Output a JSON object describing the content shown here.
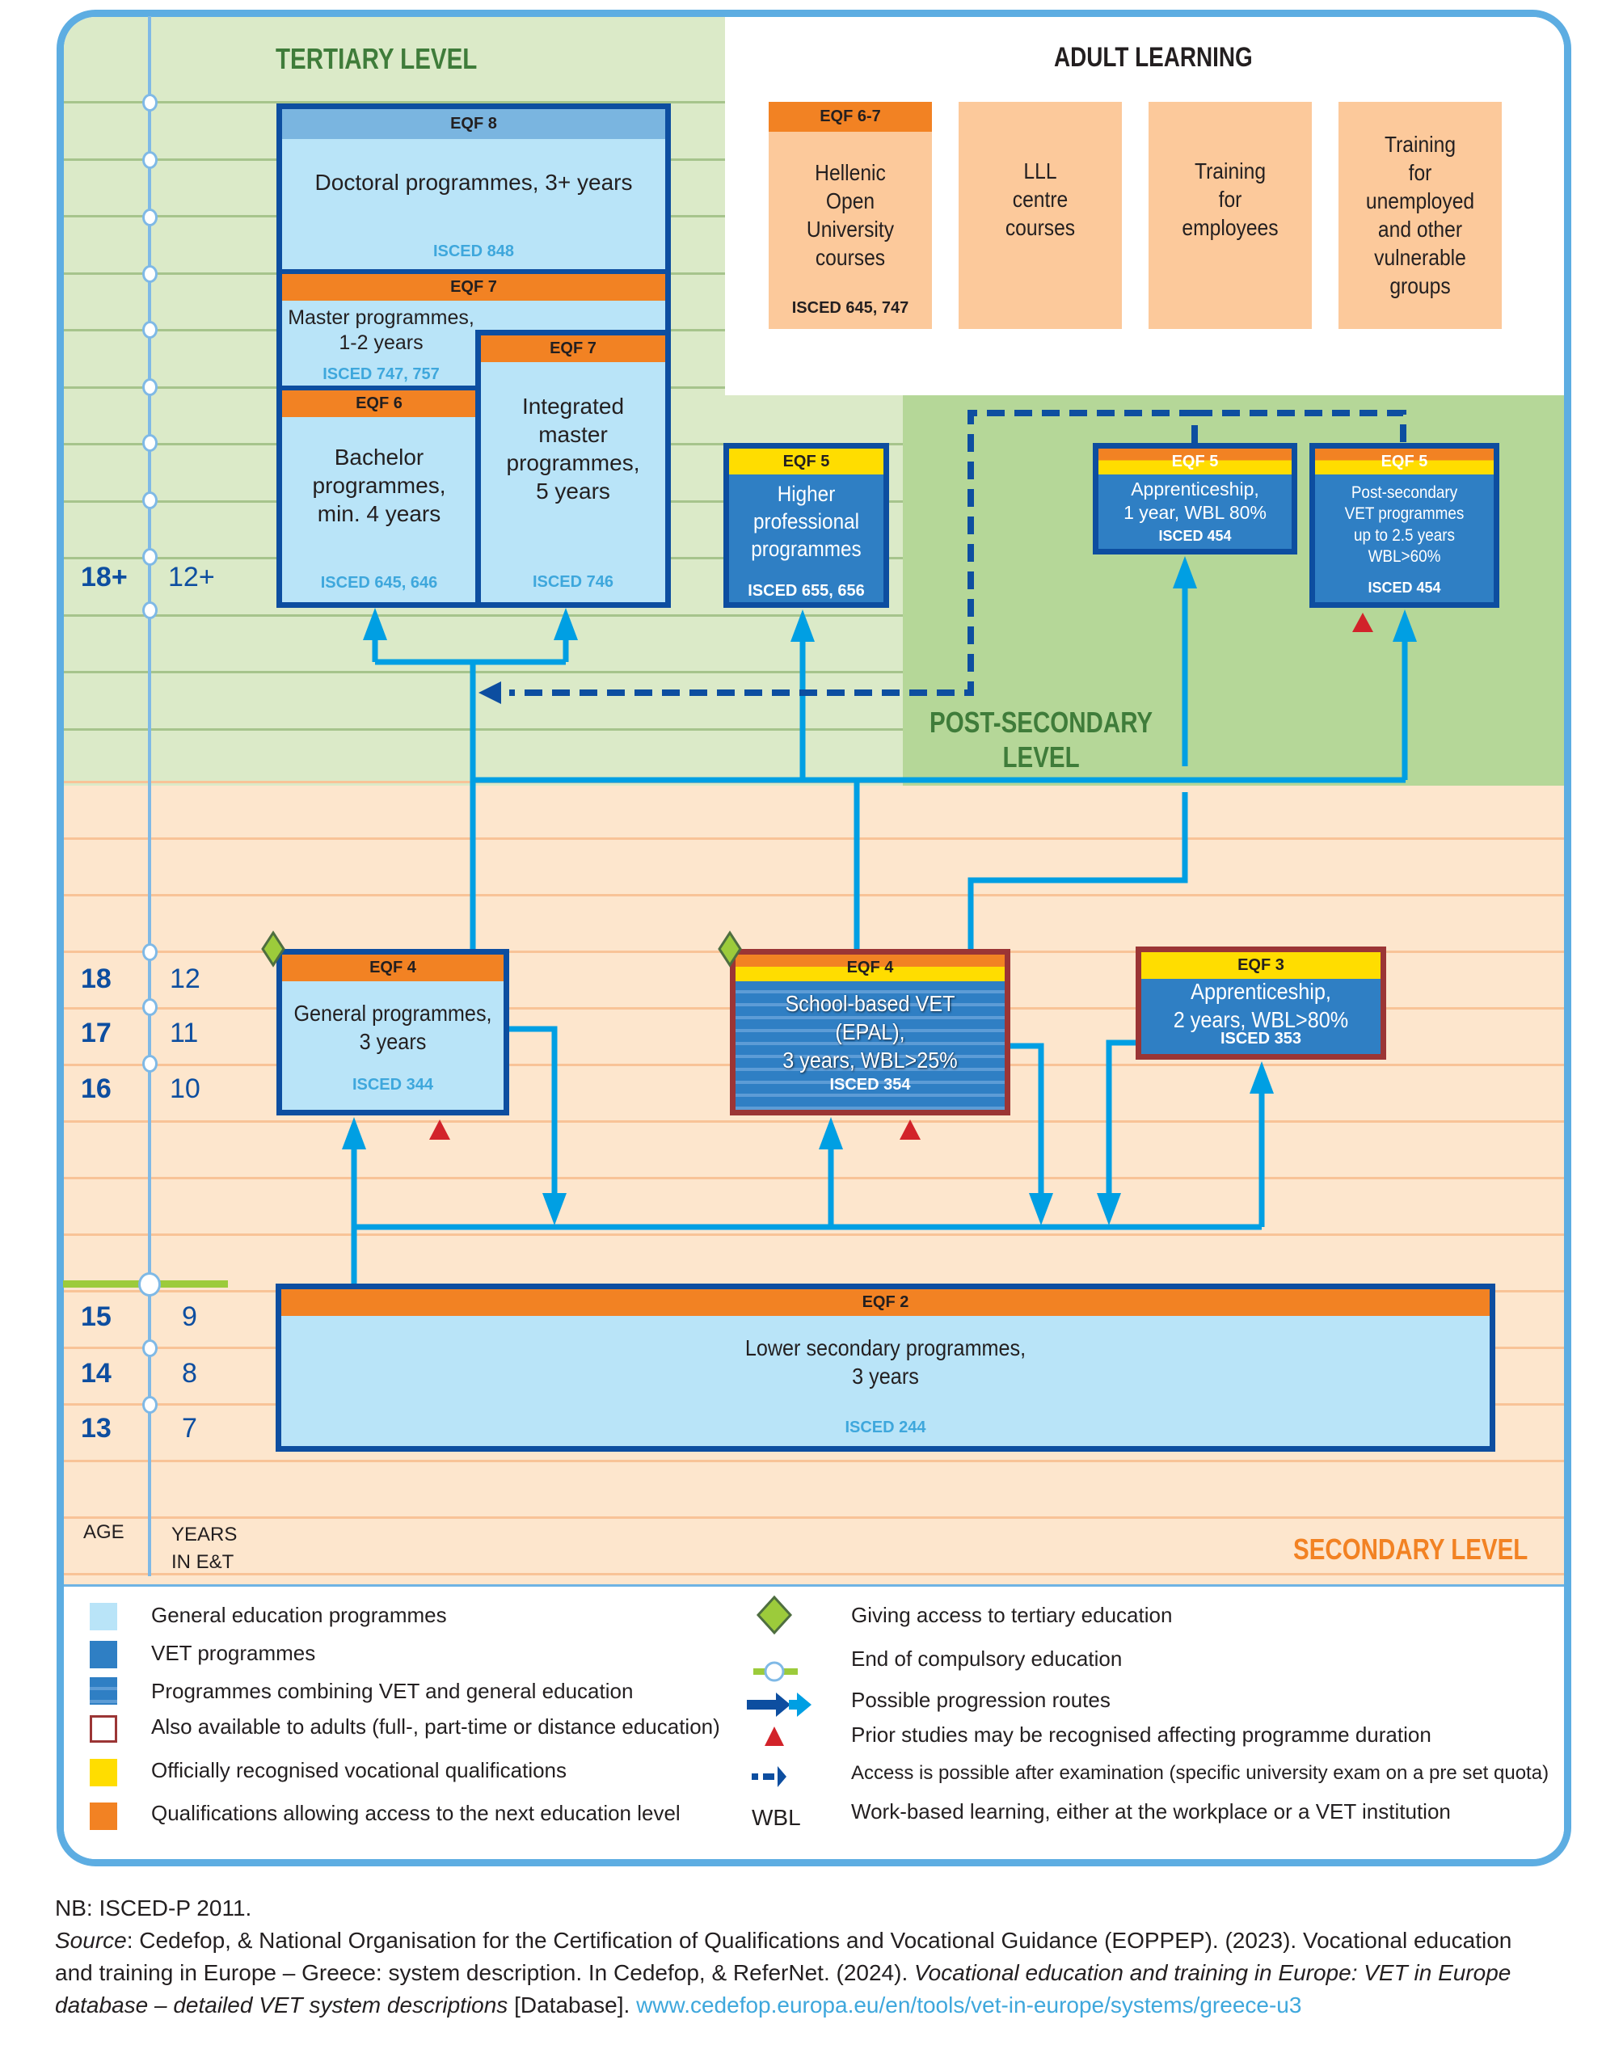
{
  "levels": {
    "tertiary": "TERTIARY LEVEL",
    "adult": "ADULT LEARNING",
    "post_secondary": "POST-SECONDARY\nLEVEL",
    "secondary": "SECONDARY LEVEL"
  },
  "colors": {
    "general": "#b9e4f8",
    "vet": "#2f7fc4",
    "adult_border": "#9b3535",
    "vocational_yellow": "#ffdd00",
    "access_orange": "#f28223",
    "frame_blue": "#5dade2",
    "arrow_light": "#009fe3",
    "arrow_dark": "#0d4ea0",
    "triangle_red": "#d2232a",
    "diamond_green": "#9ccb3b"
  },
  "axis": {
    "age_label": "AGE",
    "years_label": "YEARS\nIN E&T",
    "rows": [
      {
        "age": "18+",
        "years": "12+"
      },
      {
        "age": "18",
        "years": "12"
      },
      {
        "age": "17",
        "years": "11"
      },
      {
        "age": "16",
        "years": "10"
      },
      {
        "age": "15",
        "years": "9"
      },
      {
        "age": "14",
        "years": "8"
      },
      {
        "age": "13",
        "years": "7"
      }
    ]
  },
  "tertiary": {
    "doctoral": {
      "eqf": "EQF 8",
      "title": "Doctoral programmes, 3+ years",
      "isced": "ISCED 848"
    },
    "master": {
      "eqf": "EQF 7",
      "title": "Master programmes,\n1-2 years",
      "isced": "ISCED 747, 757"
    },
    "bachelor": {
      "eqf": "EQF 6",
      "title": "Bachelor\nprogrammes,\nmin. 4 years",
      "isced": "ISCED 645, 646"
    },
    "integrated": {
      "eqf": "EQF 7",
      "title": "Integrated\nmaster\nprogrammes,\n5 years",
      "isced": "ISCED 746"
    },
    "higher_prof": {
      "eqf": "EQF 5",
      "title": "Higher\nprofessional\nprogrammes",
      "isced": "ISCED 655, 656"
    }
  },
  "post_secondary": {
    "apprenticeship": {
      "eqf": "EQF 5",
      "title": "Apprenticeship,\n1 year, WBL 80%",
      "isced": "ISCED 454"
    },
    "vet": {
      "eqf": "EQF 5",
      "title": "Post-secondary\nVET programmes\nup to 2.5 years\nWBL>60%",
      "isced": "ISCED 454"
    }
  },
  "adult_learning": [
    {
      "eqf": "EQF 6-7",
      "title": "Hellenic\nOpen\nUniversity\ncourses",
      "isced": "ISCED 645, 747"
    },
    {
      "title": "LLL\ncentre\ncourses"
    },
    {
      "title": "Training\nfor\nemployees"
    },
    {
      "title": "Training\nfor\nunemployed\nand other\nvulnerable\ngroups"
    }
  ],
  "secondary": {
    "general": {
      "eqf": "EQF 4",
      "title": "General programmes,\n3 years",
      "isced": "ISCED 344"
    },
    "epal": {
      "eqf": "EQF 4",
      "title": "School-based VET (EPAL),\n3 years, WBL>25%",
      "isced": "ISCED 354"
    },
    "apprenticeship": {
      "eqf": "EQF 3",
      "title": "Apprenticeship,\n2 years, WBL>80%",
      "isced": "ISCED 353"
    },
    "lower": {
      "eqf": "EQF 2",
      "title": "Lower secondary programmes,\n3 years",
      "isced": "ISCED 244"
    }
  },
  "legend": {
    "left": [
      {
        "icon": "general-swatch",
        "label": "General education programmes"
      },
      {
        "icon": "vet-swatch",
        "label": "VET programmes"
      },
      {
        "icon": "combined-swatch",
        "label": "Programmes combining VET and general education"
      },
      {
        "icon": "adult-outline-swatch",
        "label": "Also available to adults (full-, part-time or distance education)"
      },
      {
        "icon": "yellow-swatch",
        "label": "Officially recognised vocational qualifications"
      },
      {
        "icon": "orange-swatch",
        "label": "Qualifications allowing access to the next education level"
      }
    ],
    "right": [
      {
        "icon": "diamond-icon",
        "label": "Giving access to tertiary education"
      },
      {
        "icon": "compulsory-end-icon",
        "label": "End of compulsory education"
      },
      {
        "icon": "progression-arrow-icon",
        "label": "Possible progression routes"
      },
      {
        "icon": "red-triangle-icon",
        "label": "Prior studies may be recognised affecting programme duration"
      },
      {
        "icon": "dashed-arrow-icon",
        "label": "Access is possible after examination (specific university exam on a pre set quota)"
      },
      {
        "icon": "wbl-text",
        "symbol": "WBL",
        "label": "Work-based learning, either at the workplace or a VET institution"
      }
    ]
  },
  "footer": {
    "nb": "NB: ISCED-P 2011.",
    "source_label": "Source",
    "source_1": ": Cedefop, & National Organisation for the Certification of Qualifications and Vocational Guidance (EOPPEP). (2023). Vocational education",
    "source_2a": "and training in Europe – Greece: system description. In Cedefop, & ReferNet. (2024). ",
    "source_2b": "Vocational education and training in Europe: VET in Europe",
    "source_3a": "database – detailed VET system descriptions",
    "source_3b": " [Database]. ",
    "link": "www.cedefop.europa.eu/en/tools/vet-in-europe/systems/greece-u3"
  }
}
